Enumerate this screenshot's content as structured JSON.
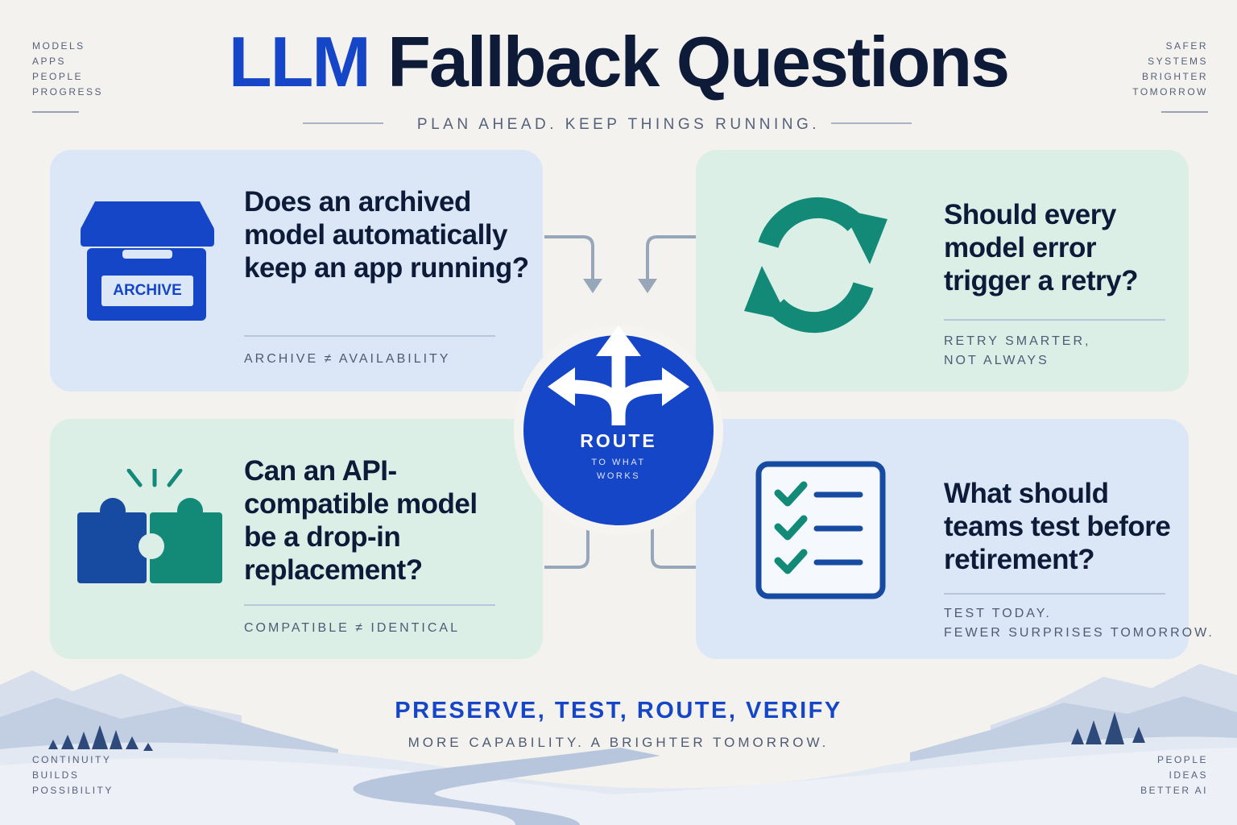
{
  "corners": {
    "top_left": [
      "MODELS",
      "APPS",
      "PEOPLE",
      "PROGRESS"
    ],
    "top_right": [
      "SAFER",
      "SYSTEMS",
      "BRIGHTER",
      "TOMORROW"
    ],
    "bottom_left": [
      "CONTINUITY",
      "BUILDS",
      "POSSIBILITY"
    ],
    "bottom_right": [
      "PEOPLE",
      "IDEAS",
      "BETTER AI"
    ]
  },
  "title": {
    "part1": "LLM",
    "part2": "Fallback Questions"
  },
  "subtitle": "PLAN AHEAD. KEEP THINGS RUNNING.",
  "cards": {
    "archive": {
      "question": "Does an archived model automatically keep an app running?",
      "caption": "ARCHIVE ≠ AVAILABILITY",
      "icon_label": "ARCHIVE",
      "icon": "archive-box-icon"
    },
    "retry": {
      "question": "Should every model error trigger a retry?",
      "caption_lines": [
        "RETRY SMARTER,",
        "NOT ALWAYS"
      ],
      "icon": "refresh-cycle-icon"
    },
    "compatible": {
      "question": "Can an API-compatible model be a drop-in replacement?",
      "caption": "COMPATIBLE ≠ IDENTICAL",
      "icon": "puzzle-pieces-icon"
    },
    "test": {
      "question": "What should teams test before retirement?",
      "caption_lines": [
        "TEST TODAY.",
        "FEWER SURPRISES TOMORROW."
      ],
      "icon": "checklist-icon"
    }
  },
  "route": {
    "label": "ROUTE",
    "sub_lines": [
      "TO WHAT",
      "WORKS"
    ],
    "icon": "split-arrows-icon"
  },
  "footer": {
    "tagline": "PRESERVE, TEST, ROUTE, VERIFY",
    "subline": "MORE CAPABILITY. A BRIGHTER TOMORROW."
  },
  "colors": {
    "brand_blue": "#1646c8",
    "navy": "#0d1a38",
    "teal": "#138a78",
    "card_blue": "#dbe7f6",
    "card_green": "#dcefe7",
    "background": "#f4f2ee"
  }
}
